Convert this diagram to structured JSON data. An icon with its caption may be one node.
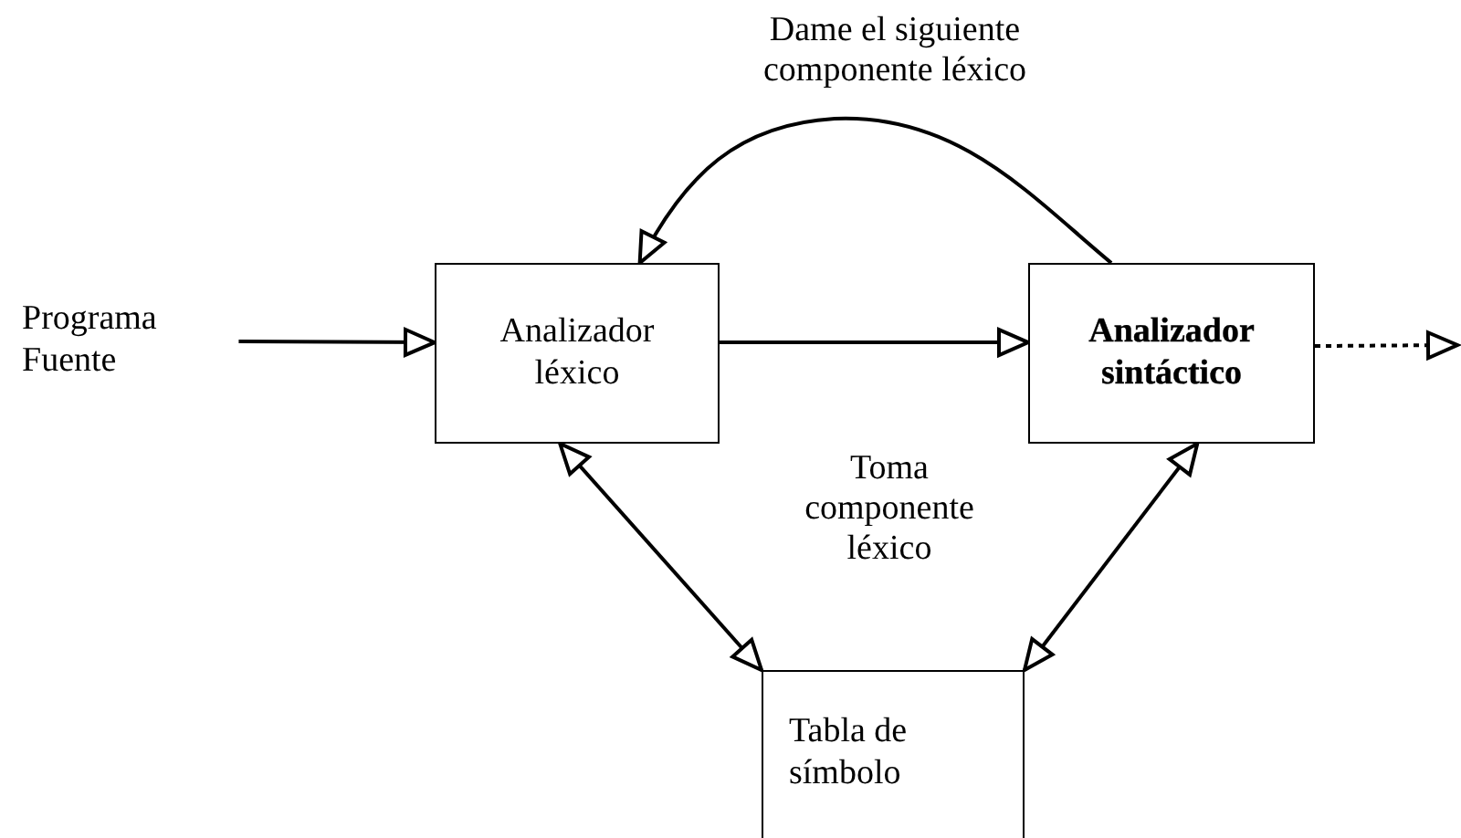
{
  "diagram": {
    "nodes": [
      {
        "text": [
          "Programa Fuente"
        ]
      },
      {
        "text": [
          "Analizador léxico"
        ]
      },
      {
        "text": [
          "Analizador sintáctico"
        ]
      },
      {
        "text": [
          "Tabla de símbolo"
        ]
      }
    ],
    "edges": [
      {
        "from": 0,
        "to": 1,
        "arrow": "to"
      },
      {
        "from": 1,
        "to": 2,
        "arrow": "to",
        "label": "Toma componente léxico"
      },
      {
        "from": 2,
        "to": 1,
        "arrow": "to",
        "label": "Dame el siguiente componente léxico"
      },
      {
        "from": 2,
        "to": null,
        "arrow": "to",
        "style": "dashed"
      },
      {
        "from": 1,
        "to": 3,
        "arrow": "both"
      },
      {
        "from": 2,
        "to": 3,
        "arrow": "both"
      }
    ]
  }
}
